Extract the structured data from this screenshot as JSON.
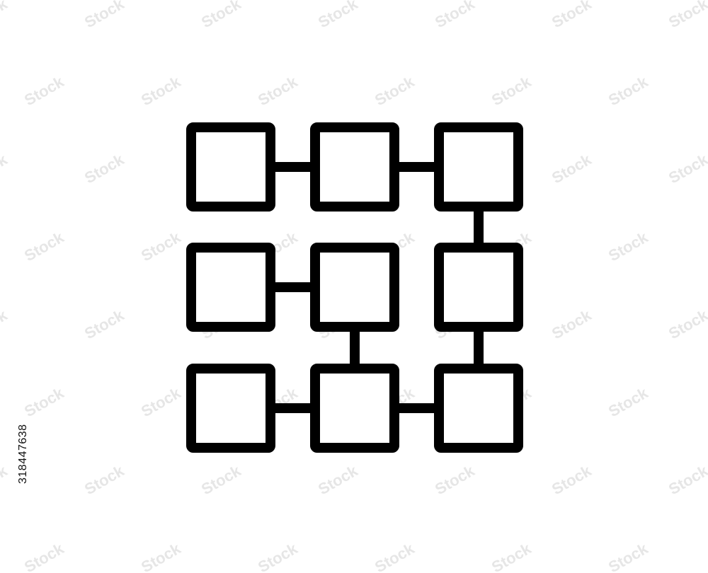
{
  "icon": {
    "name": "grid-network-icon",
    "stroke_color": "#000000",
    "fill_color": "#ffffff",
    "background": "#ffffff",
    "nodes": [
      {
        "id": "r1c1",
        "row": 1,
        "col": 1
      },
      {
        "id": "r1c2",
        "row": 1,
        "col": 2
      },
      {
        "id": "r1c3",
        "row": 1,
        "col": 3
      },
      {
        "id": "r2c1",
        "row": 2,
        "col": 1
      },
      {
        "id": "r2c2",
        "row": 2,
        "col": 2
      },
      {
        "id": "r2c3",
        "row": 2,
        "col": 3
      },
      {
        "id": "r3c1",
        "row": 3,
        "col": 1
      },
      {
        "id": "r3c2",
        "row": 3,
        "col": 2
      },
      {
        "id": "r3c3",
        "row": 3,
        "col": 3
      }
    ],
    "connections": [
      {
        "from": "r1c1",
        "to": "r1c2"
      },
      {
        "from": "r1c2",
        "to": "r1c3"
      },
      {
        "from": "r1c3",
        "to": "r2c3"
      },
      {
        "from": "r2c1",
        "to": "r2c2"
      },
      {
        "from": "r2c2",
        "to": "r3c2"
      },
      {
        "from": "r2c3",
        "to": "r3c3"
      },
      {
        "from": "r3c1",
        "to": "r3c2"
      },
      {
        "from": "r3c2",
        "to": "r3c3"
      }
    ]
  },
  "watermark": {
    "text": "Stock",
    "color": "#e6e6e6"
  },
  "stock_id": "318447638"
}
